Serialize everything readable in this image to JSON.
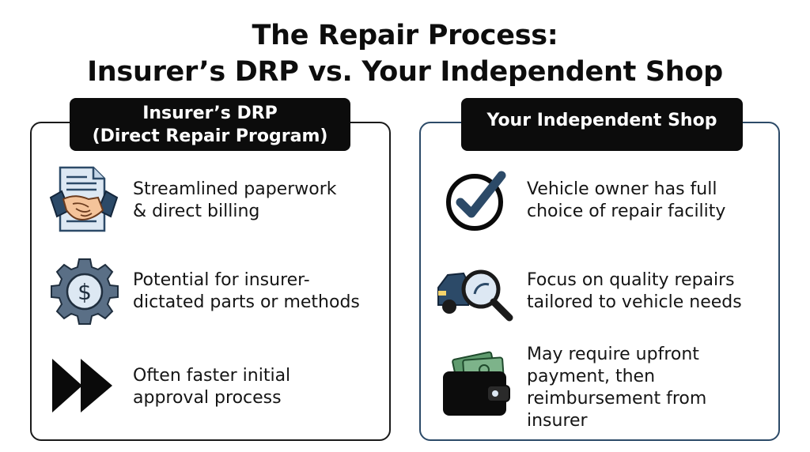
{
  "title": {
    "line1": "The Repair Process:",
    "line2": "Insurer’s DRP vs. Your Independent Shop"
  },
  "left_panel": {
    "heading_line1": "Insurer’s DRP",
    "heading_line2": "(Direct Repair Program)",
    "items": [
      {
        "icon": "handshake-document-icon",
        "line1": "Streamlined paperwork",
        "line2": "& direct billing"
      },
      {
        "icon": "dollar-gear-icon",
        "line1": "Potential for insurer-",
        "line2": "dictated parts or methods"
      },
      {
        "icon": "fast-forward-icon",
        "line1": "Often faster initial",
        "line2": "approval process"
      }
    ]
  },
  "right_panel": {
    "heading": "Your Independent Shop",
    "items": [
      {
        "icon": "checkmark-circle-icon",
        "line1": "Vehicle owner has full",
        "line2": "choice of repair facility"
      },
      {
        "icon": "car-magnifier-icon",
        "line1": "Focus on quality repairs",
        "line2": "tailored to vehicle needs"
      },
      {
        "icon": "wallet-cash-icon",
        "line1": "May require upfront",
        "line2": "payment, then",
        "line3": "reimbursement from",
        "line4": "insurer"
      }
    ]
  },
  "colors": {
    "navy": "#2c4a68",
    "dark": "#0c0c0c",
    "skin": "#f4c39a",
    "paper": "#dde8f3",
    "gear": "#5a6f86",
    "cash": "#5f9b6e"
  }
}
